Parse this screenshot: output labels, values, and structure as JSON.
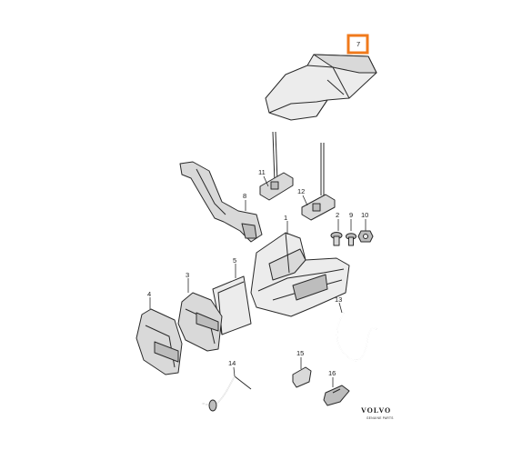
{
  "callouts": {
    "c1": "1",
    "c2": "2",
    "c3": "3",
    "c4": "4",
    "c5": "5",
    "c6": "",
    "c7": "7",
    "c8": "8",
    "c9": "9",
    "c10": "10",
    "c11": "11",
    "c12": "12",
    "c13": "13",
    "c14": "14",
    "c15": "15",
    "c16": "16"
  },
  "brand": {
    "name": "VOLVO",
    "tagline": "GENUINE PARTS"
  },
  "highlight": {
    "color": "#f07a1c",
    "part": "7"
  }
}
